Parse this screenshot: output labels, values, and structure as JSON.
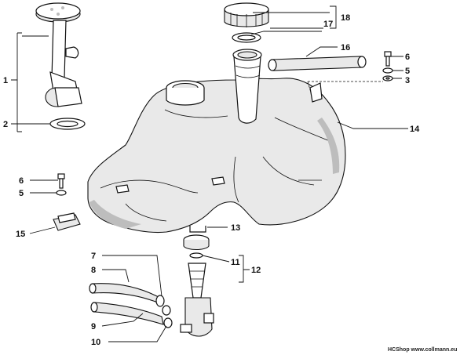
{
  "callouts": {
    "c1": "1",
    "c2": "2",
    "c3": "3",
    "c5a": "5",
    "c5b": "5",
    "c6a": "6",
    "c6b": "6",
    "c7": "7",
    "c8": "8",
    "c9": "9",
    "c10": "10",
    "c11": "11",
    "c12": "12",
    "c13": "13",
    "c14": "14",
    "c15": "15",
    "c16": "16",
    "c17": "17",
    "c18": "18"
  },
  "watermark": "HCShop www.collmann.eu"
}
